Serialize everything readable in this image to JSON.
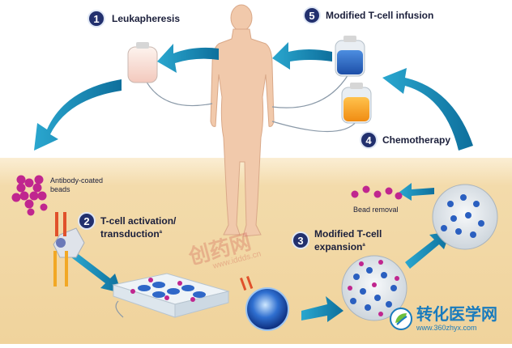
{
  "steps": [
    {
      "number": "1",
      "label": "Leukapheresis"
    },
    {
      "number": "2",
      "label_line1": "T-cell activation/",
      "label_line2": "transduction",
      "sup": "a"
    },
    {
      "number": "3",
      "label_line1": "Modified T-cell",
      "label_line2": "expansion",
      "sup": "a"
    },
    {
      "number": "4",
      "label": "Chemotherapy"
    },
    {
      "number": "5",
      "label": "Modified T-cell infusion"
    }
  ],
  "labels": {
    "antibody_line1": "Antibody-coated",
    "antibody_line2": "beads",
    "bead_removal": "Bead removal"
  },
  "watermark": {
    "title": "创药网",
    "url": "www.iddds.cn"
  },
  "brand": {
    "name": "转化医学网",
    "url": "www.360zhyx.com"
  },
  "colors": {
    "navy": "#22306e",
    "arrow_teal": "#1f9ac4",
    "bead_magenta": "#c0268f",
    "sand": "#f2d9a8",
    "skin": "#f1c9ab"
  }
}
